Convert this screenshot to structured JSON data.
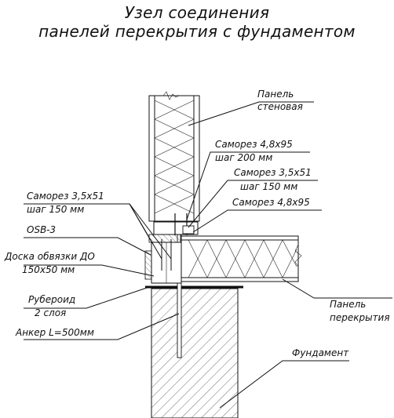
{
  "title": {
    "line1": "Узел соединения",
    "line2": "панелей перекрытия с фундаментом"
  },
  "labels": {
    "wall_panel_1": "Панель",
    "wall_panel_2": "стеновая",
    "screw1_1": "Саморез  4,8x95",
    "screw1_2": "шаг 200 мм",
    "screw2_1": "Саморез  3,5x51",
    "screw2_2": "шаг 150 мм",
    "screw3": "Саморез  4,8x95",
    "screw_left_1": "Саморез  3,5x51",
    "screw_left_2": "шаг 150 мм",
    "osb": "OSB-3",
    "board_1": "Доска обвязки ДО",
    "board_2": "150x50 мм",
    "ruberoid_1": "Рубероид",
    "ruberoid_2": "2 слоя",
    "anchor": "Анкер L=500мм",
    "floor_panel_1": "Панель",
    "floor_panel_2": "перекрытия",
    "foundation": "Фундамент"
  }
}
